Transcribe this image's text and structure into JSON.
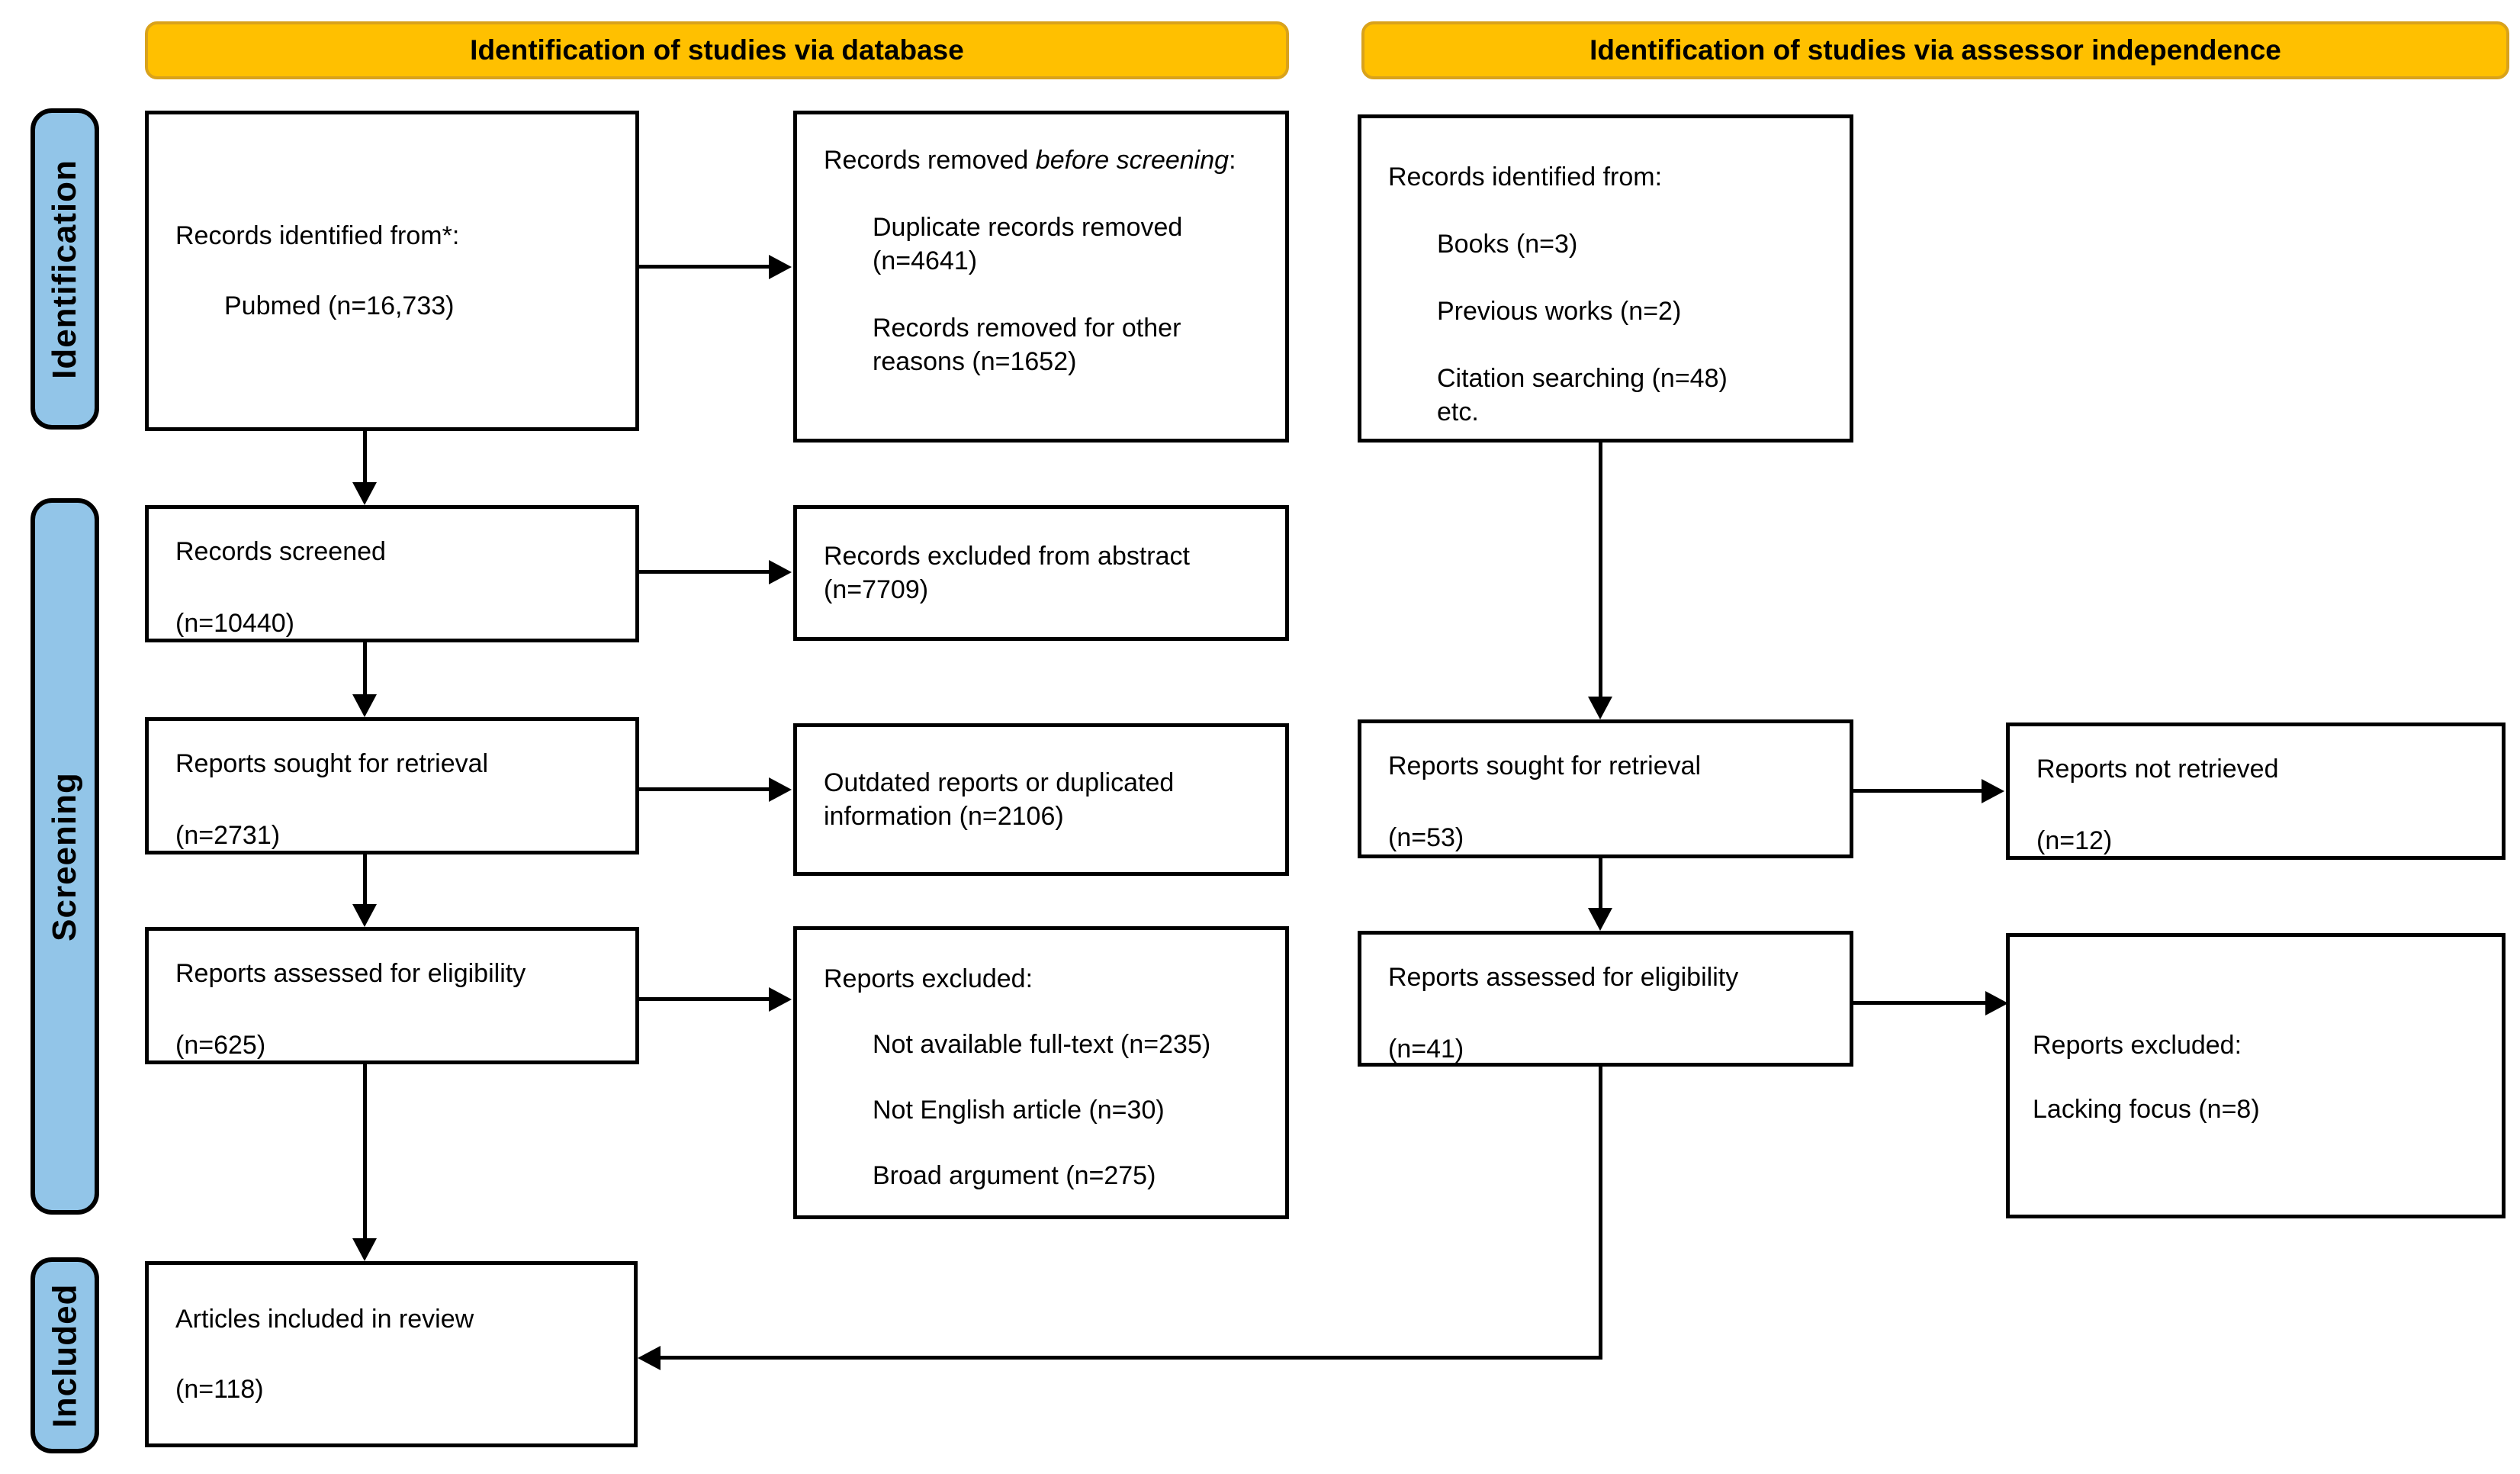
{
  "banners": {
    "database": "Identification of studies via database",
    "assessor": "Identification of studies via assessor independence"
  },
  "stages": {
    "identification": "Identification",
    "screening": "Screening",
    "included": "Included"
  },
  "colors": {
    "banner_fill": "#FFC000",
    "banner_border": "#D9A21B",
    "stage_fill": "#92C5E8",
    "box_border": "#000000",
    "background": "#FFFFFF",
    "text": "#000000"
  },
  "boxes": {
    "db_identified": {
      "line1": "Records identified from*:",
      "line2": "Pubmed (n=16,733)"
    },
    "removed_before": {
      "title_prefix": "Records removed ",
      "title_italic": "before screening",
      "title_suffix": ":",
      "items": [
        "Duplicate records removed\n(n=4641)",
        "Records removed for other\nreasons (n=1652)"
      ]
    },
    "assessor_identified": {
      "title": "Records identified from:",
      "items": [
        "Books (n=3)",
        "Previous works (n=2)",
        "Citation searching (n=48)\netc."
      ]
    },
    "records_screened": {
      "line1": "Records screened",
      "line2": "(n=10440)"
    },
    "excluded_abstract": {
      "text": "Records excluded from abstract\n(n=7709)"
    },
    "reports_sought_db": {
      "line1": "Reports sought for retrieval",
      "line2": "(n=2731)"
    },
    "outdated_reports": {
      "text": "Outdated reports or duplicated\ninformation (n=2106)"
    },
    "reports_sought_assessor": {
      "line1": "Reports sought for retrieval",
      "line2": "(n=53)"
    },
    "reports_not_retrieved": {
      "line1": "Reports not retrieved",
      "line2": "(n=12)"
    },
    "reports_assessed_db": {
      "line1": "Reports assessed for eligibility",
      "line2": "(n=625)"
    },
    "reports_excluded_db": {
      "title": "Reports excluded:",
      "items": [
        "Not available full-text (n=235)",
        "Not English article (n=30)",
        "Broad argument (n=275)"
      ]
    },
    "reports_assessed_assessor": {
      "line1": "Reports assessed for eligibility",
      "line2": "(n=41)"
    },
    "reports_excluded_assessor": {
      "line1": "Reports excluded:",
      "line2": "Lacking focus (n=8)"
    },
    "articles_included": {
      "line1": "Articles included in review",
      "line2": "(n=118)"
    }
  }
}
